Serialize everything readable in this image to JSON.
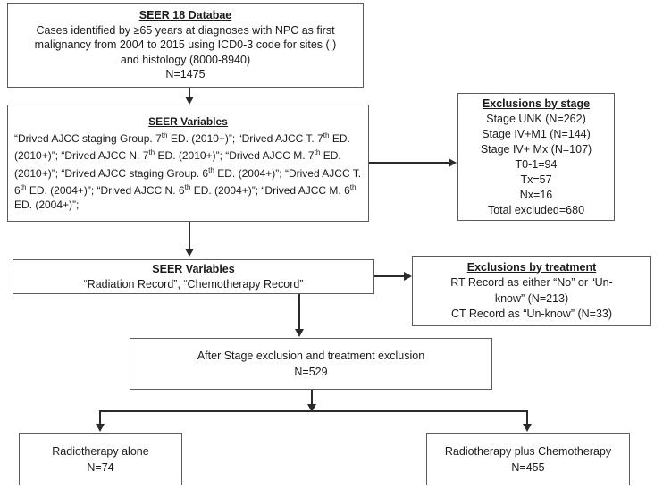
{
  "figure": {
    "type": "flowchart",
    "description": "SEER cohort selection flow diagram"
  },
  "boxes": {
    "seer_database": {
      "title": "SEER 18 Databae",
      "lines": [
        "Cases identified by ≥65 years at diagnoses with NPC as first",
        "malignancy from 2004 to 2015 using ICD0-3 code for sites ( )",
        "and histology (8000-8940)"
      ],
      "n": "N=1475"
    },
    "seer_variables_staging": {
      "title": "SEER Variables",
      "body_prefix": "“Drived AJCC staging Group. 7",
      "body": "“Drived AJCC staging Group. 7th ED. (2010+)”; “Drived AJCC T. 7th ED. (2010+)”; “Drived AJCC N. 7th ED. (2010+)”; “Drived AJCC M. 7th ED. (2010+)”;  “Drived AJCC staging Group. 6th ED. (2004+)”; “Drived AJCC T. 6th ED. (2004+)”; “Drived AJCC N. 6th ED. (2004+)”; “Drived AJCC M. 6th ED. (2004+)”;"
    },
    "exclusions_stage": {
      "title": "Exclusions by stage",
      "lines": [
        "Stage UNK (N=262)",
        "Stage IV+M1 (N=144)",
        "Stage IV+ Mx (N=107)",
        "T0-1=94",
        "Tx=57",
        "Nx=16",
        "Total excluded=680"
      ]
    },
    "seer_variables_treatment": {
      "title": "SEER Variables",
      "lines": [
        "“Radiation Record”, “Chemotherapy Record”"
      ]
    },
    "exclusions_treatment": {
      "title": "Exclusions by treatment",
      "lines": [
        "RT  Record as either “No” or “Un-",
        "know” (N=213)",
        "CT Record as “Un-know” (N=33)"
      ]
    },
    "after_exclusion": {
      "lines": [
        "After Stage exclusion and treatment exclusion"
      ],
      "n": "N=529"
    },
    "radiotherapy_alone": {
      "lines": [
        "Radiotherapy alone"
      ],
      "n": "N=74"
    },
    "radiotherapy_plus_chemotherapy": {
      "lines": [
        "Radiotherapy plus Chemotherapy"
      ],
      "n": "N=455"
    }
  },
  "colors": {
    "box_border": "#5c5c5c",
    "connector": "#2b2b2b",
    "background": "#ffffff",
    "text": "#1a1a1a"
  }
}
